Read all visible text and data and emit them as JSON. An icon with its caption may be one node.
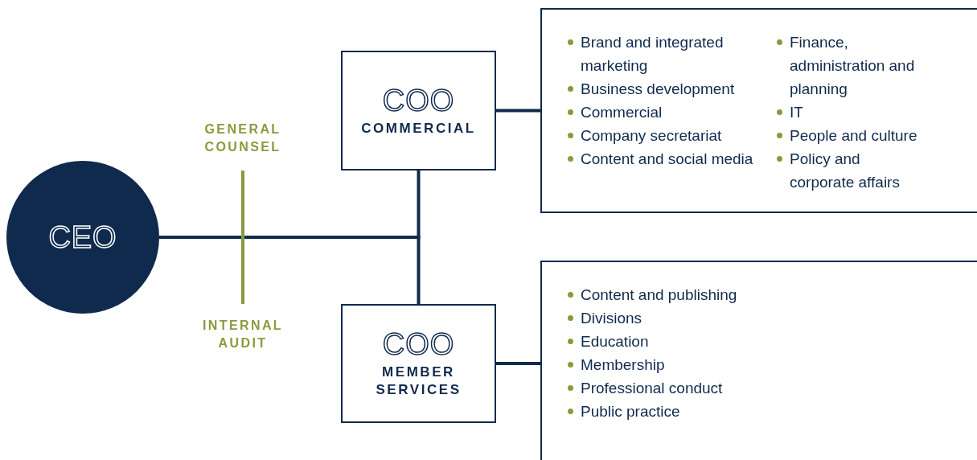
{
  "diagram": {
    "nodes": [
      {
        "text": [
          "CEO"
        ]
      },
      {
        "text": [
          "GENERAL COUNSEL"
        ]
      },
      {
        "text": [
          "INTERNAL AUDIT"
        ]
      },
      {
        "text": [
          "COO",
          "COMMERCIAL"
        ]
      },
      {
        "text": [
          "Brand and integrated marketing",
          "Business development",
          "Commercial",
          "Company secretariat",
          "Content and social media",
          "Finance, administration and planning",
          "IT",
          "People and culture",
          "Policy and corporate affairs"
        ]
      },
      {
        "text": [
          "COO",
          "MEMBER SERVICES"
        ]
      },
      {
        "text": [
          "Content and publishing",
          "Divisions",
          "Education",
          "Membership",
          "Professional conduct",
          "Public practice"
        ]
      }
    ],
    "edges": [
      {
        "from": 0,
        "to": 3,
        "arrow": "none"
      },
      {
        "from": 0,
        "to": 5,
        "arrow": "none"
      },
      {
        "from": 3,
        "to": 4,
        "arrow": "none"
      },
      {
        "from": 5,
        "to": 6,
        "arrow": "none"
      },
      {
        "from": 1,
        "to": 2,
        "arrow": "none",
        "color": "#8a9a3c"
      }
    ]
  }
}
